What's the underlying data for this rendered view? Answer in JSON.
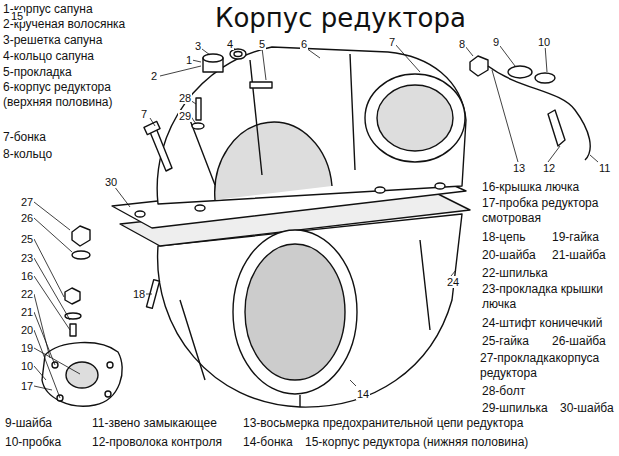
{
  "diagram": {
    "title": "Корпус редуктора",
    "labels": [
      "1-корпус сапуна",
      "2-крученая волосянка",
      "3-решетка сапуна",
      "4-кольцо сапуна",
      "5-прокладка",
      "6-корпус редуктора (верхняя половина)",
      "7-бонка",
      "8-кольцо",
      "16-крышка лючка",
      "17-пробка редуктора смотровая",
      "18-цепь",
      "19-гайка",
      "20-шайба",
      "21-шайба",
      "22-шпилька",
      "23-прокладка крышки лючка",
      "24-штифт коничечкий",
      "25-гайка",
      "26-шайба",
      "27-прокладкакорпуса редуктора",
      "28-болт",
      "29-шпилька",
      "30-шайба",
      "9-шайба",
      "11-звено замыкающее",
      "13-восьмерка предохранительной цепи редуктора",
      "10-пробка",
      "12-проволока контроля",
      "14-бонка",
      "15-корпус редуктора (нижняя половина)",
      "1",
      "2",
      "3",
      "4",
      "5",
      "6",
      "7",
      "8",
      "9",
      "10",
      "11",
      "12",
      "13",
      "7",
      "28",
      "29",
      "30",
      "27",
      "26",
      "25",
      "23",
      "16",
      "22",
      "21",
      "20",
      "19",
      "10",
      "17",
      "18",
      "24",
      "14",
      "15"
    ]
  }
}
